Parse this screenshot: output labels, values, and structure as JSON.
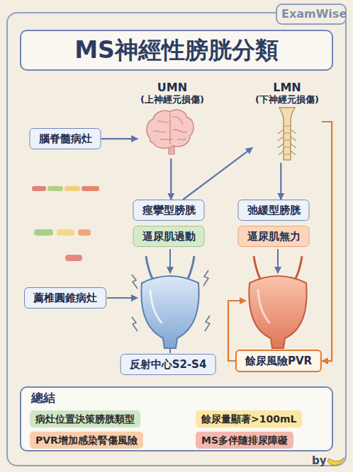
{
  "diagram": {
    "title": "MS神經性膀胱分類",
    "nodes": [
      {
        "text": [
          "UMN",
          "(上神經元損傷)"
        ]
      },
      {
        "text": [
          "LMN",
          "(下神經元損傷)"
        ]
      },
      {
        "text": [
          "腦脊髓病灶"
        ]
      },
      {
        "text": [
          "痙攣型膀胱"
        ]
      },
      {
        "text": [
          "弛緩型膀胱"
        ]
      },
      {
        "text": [
          "逼尿肌過動"
        ]
      },
      {
        "text": [
          "逼尿肌無力"
        ]
      },
      {
        "text": [
          "薦椎圓錐病灶"
        ]
      },
      {
        "text": [
          "反射中心S2-S4"
        ]
      },
      {
        "text": [
          "餘尿風險PVR"
        ]
      },
      {
        "text": [
          "總結"
        ]
      },
      {
        "text": [
          "病灶位置決策膀胱類型"
        ],
        "in": 10
      },
      {
        "text": [
          "餘尿量顯著>100mL"
        ],
        "in": 10
      },
      {
        "text": [
          "PVR增加感染腎傷風險"
        ],
        "in": 10
      },
      {
        "text": [
          "MS多伴隨排尿障礙"
        ],
        "in": 10
      }
    ],
    "edges": [
      {
        "from": 2,
        "to": 0,
        "arrow": "to"
      },
      {
        "from": 0,
        "to": 3,
        "arrow": "to"
      },
      {
        "from": 3,
        "to": 1,
        "arrow": "to"
      },
      {
        "from": 1,
        "to": 4,
        "arrow": "to"
      },
      {
        "from": 1,
        "to": 9,
        "arrow": "to"
      }
    ],
    "labels": [
      "ExamWise",
      "by"
    ]
  }
}
